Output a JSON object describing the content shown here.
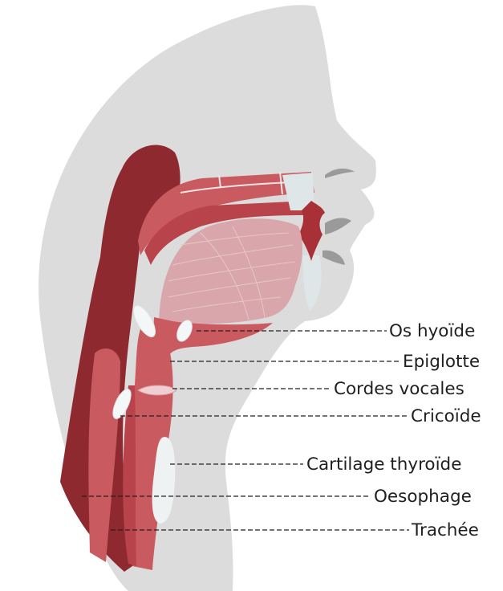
{
  "labels": {
    "os_hyoide": "Os hyoïde",
    "epiglotte": "Epiglotte",
    "cordes_vocales": "Cordes vocales",
    "cricoide": "Cricoïde",
    "cartilage_thyroide": "Cartilage thyroïde",
    "oesophage": "Oesophage",
    "trachee": "Trachée"
  },
  "colors": {
    "head_silhouette": "#dcdcdc",
    "dark_muscle": "#8e2a2f",
    "mid_muscle": "#b9434a",
    "light_muscle": "#c95a5f",
    "tongue": "#d8a6ab",
    "teeth_cartilage": "#dfe6e8",
    "lips": "#9a9a9a"
  }
}
